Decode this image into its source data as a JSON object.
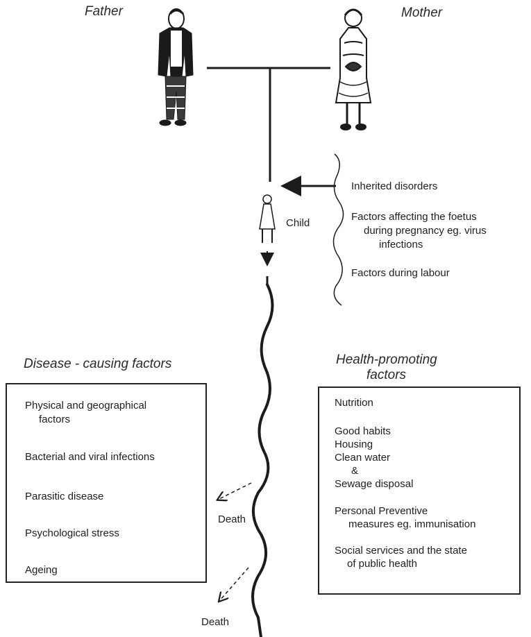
{
  "parents": {
    "father_label": "Father",
    "mother_label": "Mother"
  },
  "child_label": "Child",
  "prenatal_factors": [
    "Inherited disorders",
    "Factors affecting the foetus",
    "during pregnancy eg. virus",
    "infections",
    "Factors during labour"
  ],
  "disease_causing": {
    "title": "Disease - causing factors",
    "items": [
      "Physical and geographical",
      "factors",
      "Bacterial and viral infections",
      "Parasitic disease",
      "Psychological stress",
      "Ageing"
    ]
  },
  "health_promoting": {
    "title_line1": "Health-promoting",
    "title_line2": "factors",
    "items": [
      "Nutrition",
      "Good habits",
      "Housing",
      "Clean water",
      "&",
      "Sewage disposal",
      "Personal Preventive",
      "measures eg. immunisation",
      "Social services and the state",
      "of public health"
    ]
  },
  "death_labels": [
    "Death",
    "Death"
  ]
}
